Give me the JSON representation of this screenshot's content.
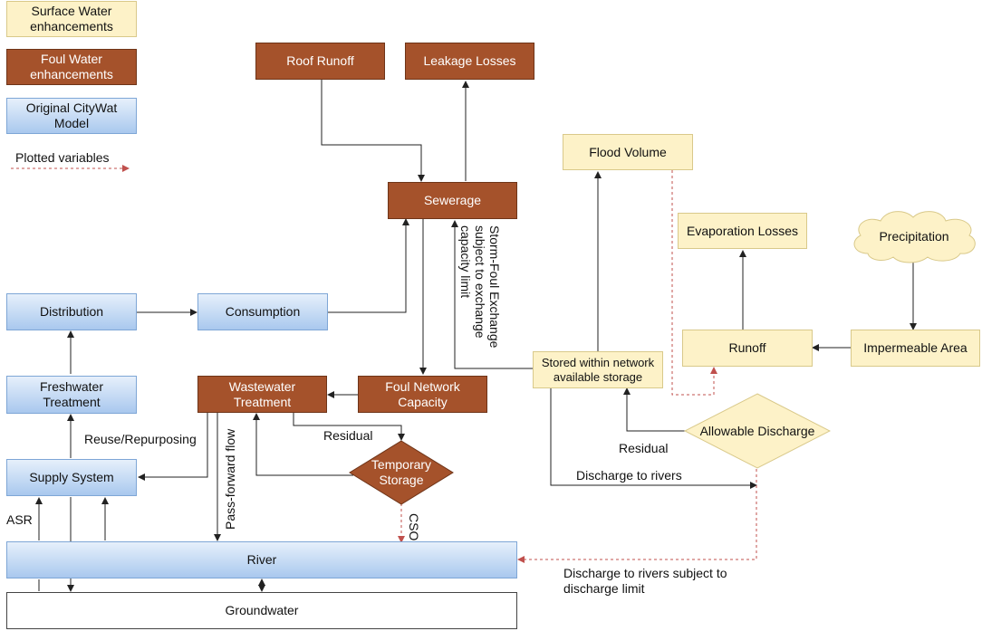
{
  "legend": {
    "surface": "Surface Water enhancements",
    "foul": "Foul Water enhancements",
    "original": "Original CityWat Model",
    "plotted": "Plotted variables"
  },
  "nodes": {
    "roof_runoff": "Roof Runoff",
    "leakage_losses": "Leakage Losses",
    "sewerage": "Sewerage",
    "flood_volume": "Flood Volume",
    "evaporation_losses": "Evaporation Losses",
    "precipitation": "Precipitation",
    "distribution": "Distribution",
    "consumption": "Consumption",
    "freshwater_treatment": "Freshwater Treatment",
    "wastewater_treatment": "Wastewater Treatment",
    "foul_network_capacity": "Foul Network Capacity",
    "stored_within_network": "Stored within network available storage",
    "runoff": "Runoff",
    "impermeable_area": "Impermeable Area",
    "allowable_discharge": "Allowable Discharge",
    "temporary_storage": "Temporary Storage",
    "supply_system": "Supply System",
    "river": "River",
    "groundwater": "Groundwater"
  },
  "edge_labels": {
    "storm_foul_line1": "Storm-Foul Exchange",
    "storm_foul_line2": "subject to exchange",
    "storm_foul_line3": "capacity limit",
    "reuse": "Reuse/Repurposing",
    "residual_ww": "Residual",
    "residual_ad": "Residual",
    "pass_forward": "Pass-forward flow",
    "cso": "CSO",
    "asr": "ASR",
    "discharge_to_rivers": "Discharge to rivers",
    "discharge_limit_line1": "Discharge to rivers subject to",
    "discharge_limit_line2": "discharge limit"
  },
  "colors": {
    "surface": "#fdf2c8",
    "foul": "#a5522b",
    "original": "#a9c8ee",
    "plotted_arrow": "#c0504d"
  }
}
